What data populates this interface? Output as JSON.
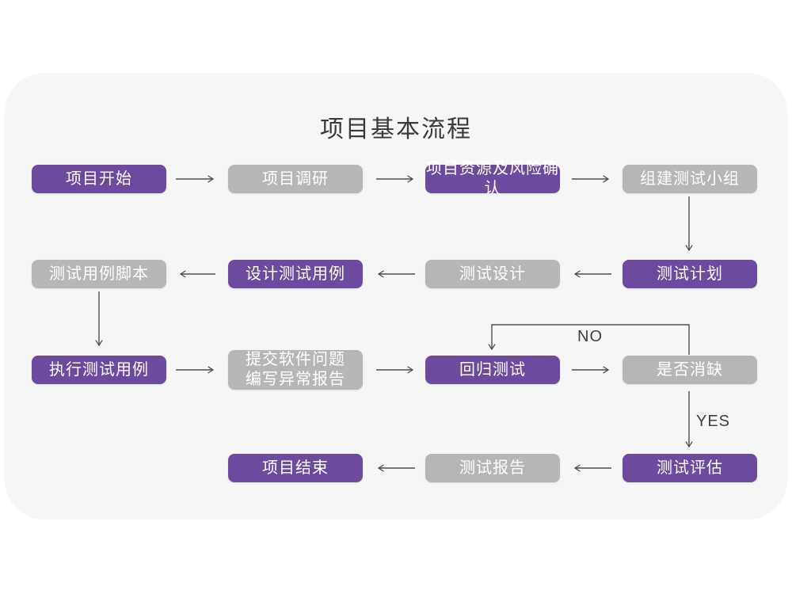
{
  "title": "项目基本流程",
  "labels": {
    "no": "NO",
    "yes": "YES"
  },
  "colors": {
    "background": "#FFFFFF",
    "panel": "#F6F6F6",
    "purple": "#6C4B9E",
    "gray": "#B6B6B6",
    "node_text": "#FFFFFF",
    "title_text": "#3A3A3A",
    "label_text": "#3F3F3F",
    "arrow": "#4D4D4D"
  },
  "nodes": [
    {
      "id": "project-start",
      "label": "项目开始",
      "variant": "purple"
    },
    {
      "id": "project-research",
      "label": "项目调研",
      "variant": "gray"
    },
    {
      "id": "resources-risk-confirm",
      "label": "项目资源及风险确认",
      "variant": "purple"
    },
    {
      "id": "form-test-team",
      "label": "组建测试小组",
      "variant": "gray"
    },
    {
      "id": "test-plan",
      "label": "测试计划",
      "variant": "purple"
    },
    {
      "id": "test-design",
      "label": "测试设计",
      "variant": "gray"
    },
    {
      "id": "design-test-cases",
      "label": "设计测试用例",
      "variant": "purple"
    },
    {
      "id": "test-case-scripts",
      "label": "测试用例脚本",
      "variant": "gray"
    },
    {
      "id": "execute-test-cases",
      "label": "执行测试用例",
      "variant": "purple"
    },
    {
      "id": "submit-issue-report",
      "label": "提交软件问题\n编写异常报告",
      "variant": "gray"
    },
    {
      "id": "regression-test",
      "label": "回归测试",
      "variant": "purple"
    },
    {
      "id": "defect-cleared",
      "label": "是否消缺",
      "variant": "gray"
    },
    {
      "id": "test-evaluation",
      "label": "测试评估",
      "variant": "purple"
    },
    {
      "id": "test-report",
      "label": "测试报告",
      "variant": "gray"
    },
    {
      "id": "project-end",
      "label": "项目结束",
      "variant": "purple"
    }
  ]
}
